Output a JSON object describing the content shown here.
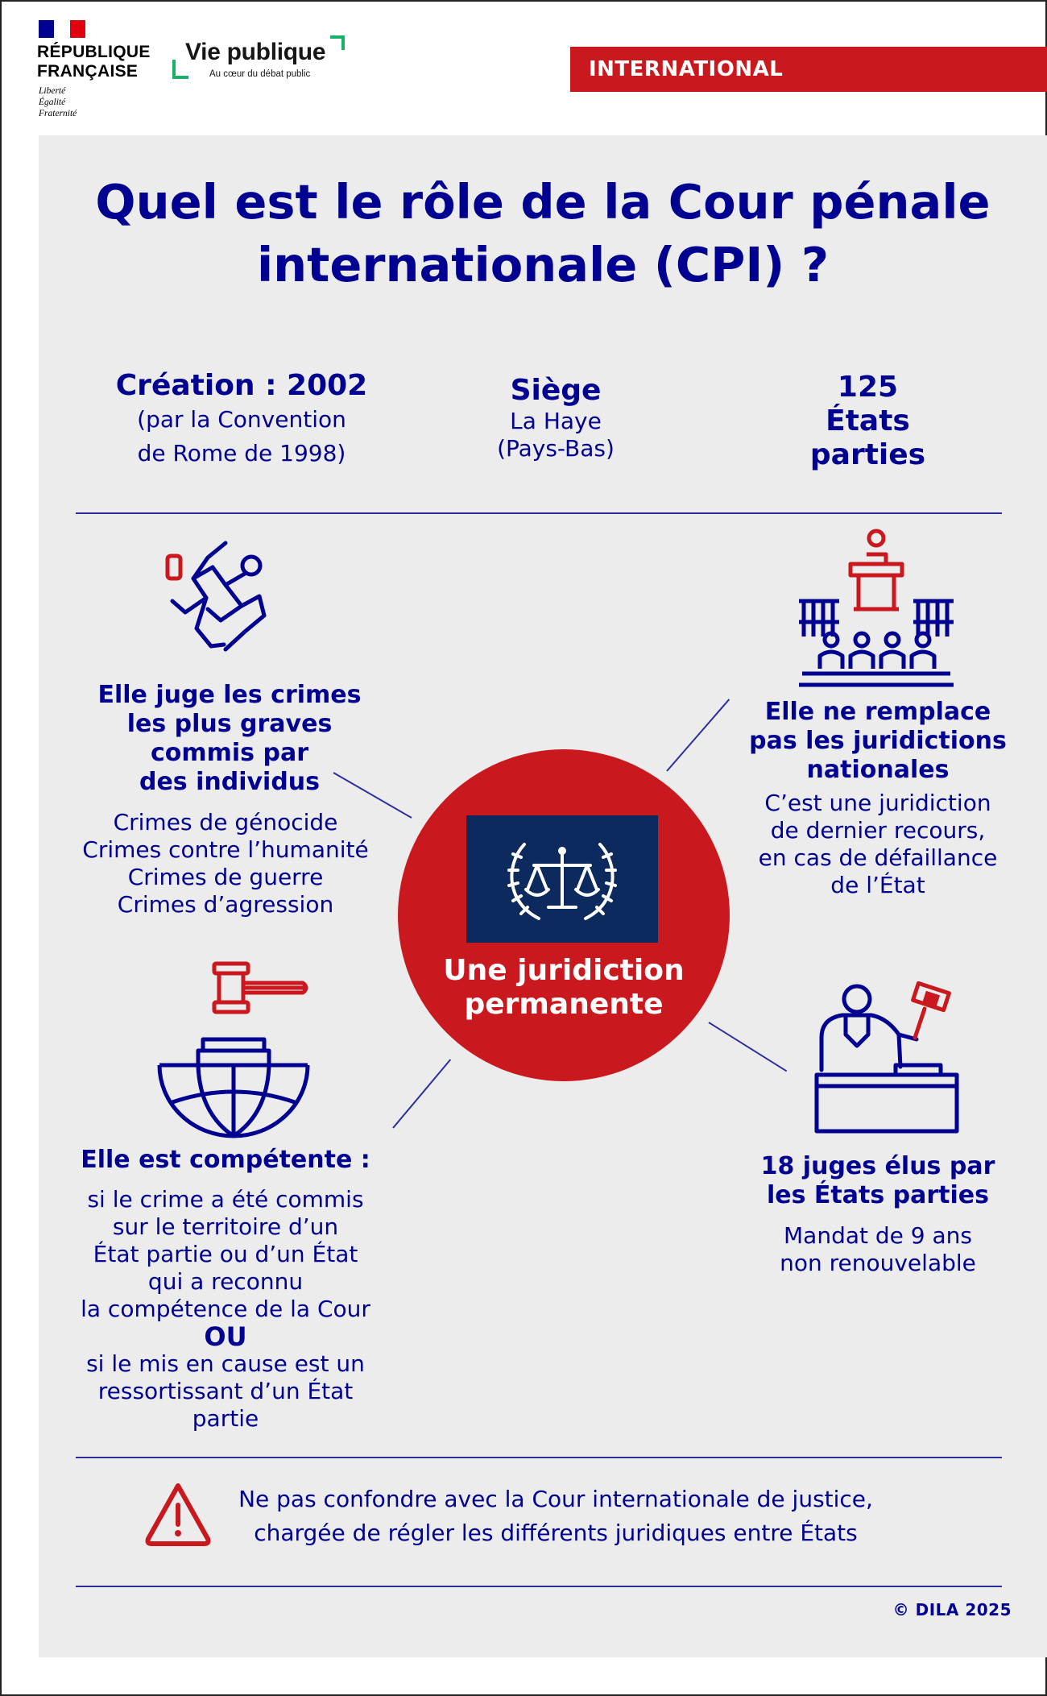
{
  "header": {
    "rf_name_line1": "RÉPUBLIQUE",
    "rf_name_line2": "FRANÇAISE",
    "rf_motto_1": "Liberté",
    "rf_motto_2": "Égalité",
    "rf_motto_3": "Fraternité",
    "vp_title": "Vie publique",
    "vp_tagline": "Au cœur du débat public",
    "category": "INTERNATIONAL"
  },
  "title_line1": "Quel est le rôle de la Cour pénale",
  "title_line2": "internationale (CPI) ?",
  "facts": {
    "creation_heading": "Création : 2002",
    "creation_note_1": "(par la Convention",
    "creation_note_2": "de Rome de 1998)",
    "seat_heading": "Siège",
    "seat_city": "La Haye",
    "seat_country": "(Pays-Bas)",
    "states_count": "125",
    "states_line1": "États",
    "states_line2": "parties"
  },
  "blocks": {
    "crimes": {
      "heading": [
        "Elle juge les crimes",
        "les plus graves",
        "commis par",
        "des individus"
      ],
      "items": [
        "Crimes de génocide",
        "Crimes contre l’humanité",
        "Crimes de guerre",
        "Crimes d’agression"
      ]
    },
    "national": {
      "heading": [
        "Elle ne remplace",
        "pas les juridictions",
        "nationales"
      ],
      "body": [
        "C’est une juridiction",
        "de dernier recours,",
        "en cas de défaillance",
        "de l’État"
      ]
    },
    "competence": {
      "heading": "Elle est compétente :",
      "body_1": [
        "si le crime a été commis",
        "sur le territoire d’un",
        "État partie ou d’un État",
        "qui a reconnu",
        "la compétence de la Cour"
      ],
      "or": "OU",
      "body_2": [
        "si le mis en cause est un",
        "ressortissant d’un État partie"
      ]
    },
    "judges": {
      "heading": [
        "18 juges élus par",
        "les États parties"
      ],
      "body": [
        "Mandat de 9 ans",
        "non renouvelable"
      ]
    }
  },
  "center_label_1": "Une juridiction",
  "center_label_2": "permanente",
  "warning": {
    "line1": "Ne pas confondre avec la Cour internationale de justice,",
    "line2": "chargée de régler les différents juridiques entre États"
  },
  "copyright": "© DILA 2025",
  "colors": {
    "blue": "#000091",
    "red": "#c9191e",
    "panel": "#ececec",
    "flag": "#0d2a5e"
  },
  "icons": {
    "crimes": "struggle-figures-icon",
    "national": "courtroom-icon",
    "competence": "gavel-globe-icon",
    "judges": "judge-icon",
    "emblem": "scales-laurel-icon",
    "warning": "warning-triangle-icon"
  }
}
